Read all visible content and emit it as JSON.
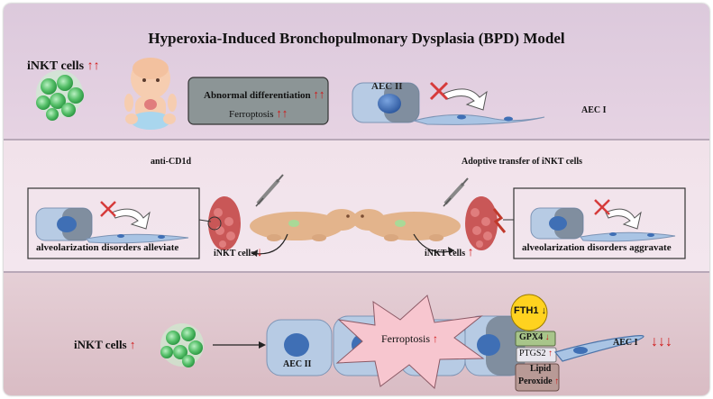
{
  "title": "Hyperoxia-Induced Bronchopulmonary Dysplasia (BPD) Model",
  "top": {
    "inkt_label": "iNKT cells",
    "inkt_arrows": "↑↑",
    "box_line1": "Abnormal differentiation",
    "box_line1_arrows": "↑↑",
    "box_line2": "Ferroptosis",
    "box_line2_arrows": "↑↑",
    "aec2_label": "AEC II",
    "aec1_label": "AEC I"
  },
  "middle": {
    "left_caption": "anti-CD1d",
    "right_caption": "Adoptive transfer of iNKT cells",
    "left_box_label": "alveolarization disorders alleviate",
    "right_box_label": "alveolarization disorders aggravate",
    "left_inkt": "iNKT cells",
    "left_inkt_arrow": "↓",
    "right_inkt": "iNKT cells",
    "right_inkt_arrow": "↑"
  },
  "bottom": {
    "inkt_label": "iNKT cells",
    "inkt_arrow": "↑",
    "aec2_label": "AEC II",
    "ferroptosis_label": "Ferroptosis",
    "ferroptosis_arrow": "↑",
    "fth1_label": "FTH1",
    "fth1_arrow": "↓",
    "gpx4_label": "GPX4",
    "gpx4_arrow": "↓",
    "ptgs2_label": "PTGS2",
    "ptgs2_arrow": "↑",
    "lipid_line1": "Lipid",
    "lipid_line2": "Peroxide",
    "lipid_arrow": "↑",
    "aec1_label": "AEC I",
    "aec1_arrows": "↓↓↓"
  },
  "colors": {
    "panel1": "#dcc9dc",
    "panel2": "#f1e2ea",
    "panel3": "#dcc0c8",
    "arrow_red": "#d01818",
    "cell_green": "#57c06a",
    "nucleus_blue": "#3f6fb5",
    "star_pink": "#f7c6cf",
    "fth1_yellow": "#ffd21f",
    "gpx4_green": "#a8c58a",
    "lipid_brown": "#b89a96"
  }
}
